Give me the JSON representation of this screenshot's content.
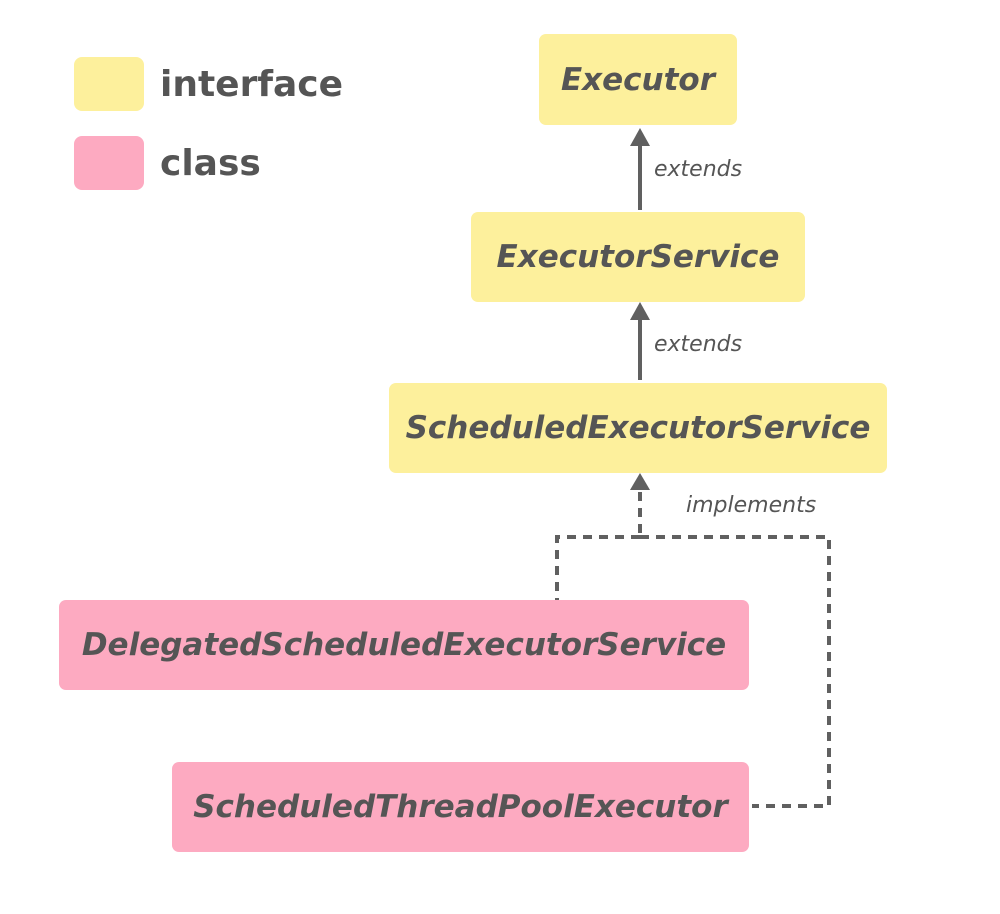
{
  "colors": {
    "interface": "#fdf09c",
    "class": "#fdaac1",
    "line": "#606060",
    "text": "#555555"
  },
  "legend": {
    "interface_label": "interface",
    "class_label": "class"
  },
  "nodes": {
    "executor": "Executor",
    "executor_service": "ExecutorService",
    "scheduled_executor_service": "ScheduledExecutorService",
    "delegated_scheduled_executor_service": "DelegatedScheduledExecutorService",
    "scheduled_thread_pool_executor": "ScheduledThreadPoolExecutor"
  },
  "edges": {
    "extends_1": "extends",
    "extends_2": "extends",
    "implements": "implements"
  }
}
